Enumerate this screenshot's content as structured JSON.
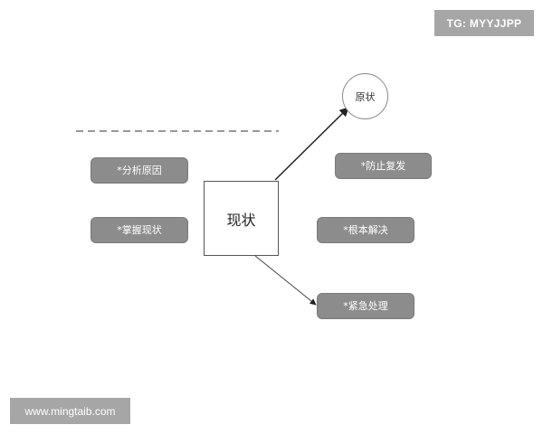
{
  "watermarks": {
    "top_right": "TG: MYYJJPP",
    "bottom_left": "www.mingtaib.com"
  },
  "diagram": {
    "center": {
      "label": "现状"
    },
    "cause_node": {
      "label": "原状"
    },
    "left_items": [
      {
        "label": "*分析原因"
      },
      {
        "label": "*掌握现状"
      }
    ],
    "right_items": [
      {
        "label": "*防止复发"
      },
      {
        "label": "*根本解决"
      },
      {
        "label": "*紧急处理"
      }
    ]
  },
  "colors": {
    "pill_fill": "#8c8c8c",
    "badge_fill": "#a6a6a6",
    "line": "#222222"
  }
}
